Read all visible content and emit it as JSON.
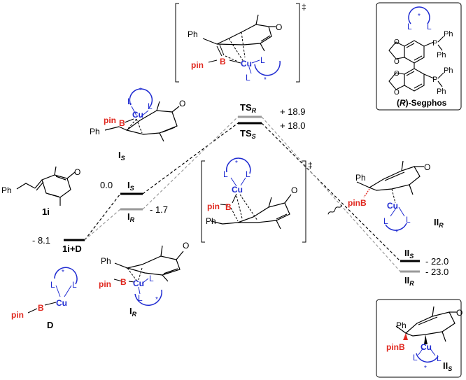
{
  "energy_levels": {
    "one_i_D": {
      "value_label": "- 8.1",
      "name_label": "1i+D"
    },
    "I_S": {
      "value_label": "0.0",
      "name_label": "I",
      "sub": "S"
    },
    "I_R": {
      "value_label": "- 1.7",
      "name_label": "I",
      "sub": "R"
    },
    "TS_R": {
      "value_label": "+ 18.9",
      "name_label": "TS",
      "sub": "R"
    },
    "TS_S": {
      "value_label": "+ 18.0",
      "name_label": "TS",
      "sub": "S"
    },
    "II_S": {
      "value_label": "- 22.0",
      "name_label": "II",
      "sub": "S"
    },
    "II_R": {
      "value_label": "- 23.0",
      "name_label": "II",
      "sub": "R"
    }
  },
  "structures": {
    "compound_1i": {
      "label": "1i",
      "ph": "Ph"
    },
    "reagent_D": {
      "label": "D",
      "pin": "pin",
      "B": "B",
      "Cu": "Cu",
      "L": "L",
      "star": "*"
    },
    "struct_I_S": {
      "name": "I",
      "sub": "S",
      "ph": "Ph",
      "pin": "pin",
      "B": "B",
      "Cu": "Cu",
      "L": "L",
      "star": "*"
    },
    "struct_I_R": {
      "name": "I",
      "sub": "R",
      "ph": "Ph",
      "pin": "pin",
      "B": "B",
      "Cu": "Cu",
      "L": "L",
      "star": "*"
    },
    "ts_R_struct": {
      "ph": "Ph",
      "pin": "pin",
      "B": "B",
      "Cu": "Cu",
      "L": "L",
      "star": "*",
      "dagger": "‡"
    },
    "ts_S_struct": {
      "ph": "Ph",
      "pin": "pin",
      "B": "B",
      "Cu": "Cu",
      "L": "L",
      "star": "*",
      "dagger": "‡"
    },
    "struct_II_R": {
      "name": "II",
      "sub": "R",
      "ph": "Ph",
      "pinB": "pinB",
      "Cu": "Cu",
      "L": "L",
      "star": "*"
    },
    "struct_II_S": {
      "name": "II",
      "sub": "S",
      "ph": "Ph",
      "pinB": "pinB",
      "Cu": "Cu",
      "L": "L",
      "star": "*"
    }
  },
  "ligand_box": {
    "title_prefix": "(",
    "title_R": "R",
    "title_suffix": ")-Segphos",
    "L": "L",
    "star": "*",
    "P": "P",
    "Ph": "Ph"
  },
  "oxygen": "O"
}
